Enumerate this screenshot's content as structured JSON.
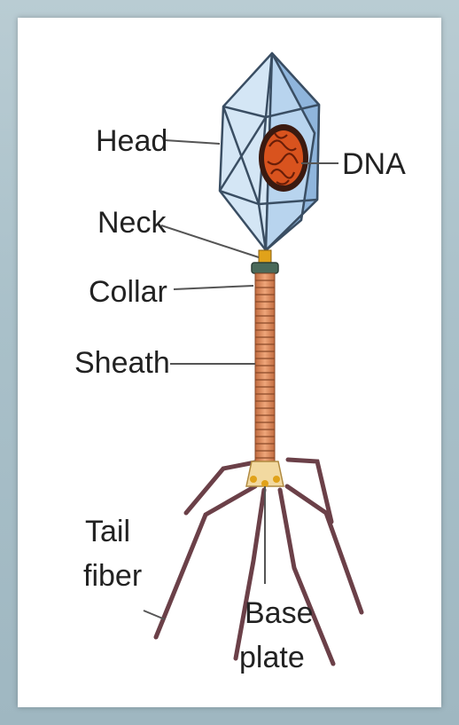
{
  "diagram": {
    "labels": {
      "head": "Head",
      "dna": "DNA",
      "neck": "Neck",
      "collar": "Collar",
      "sheath": "Sheath",
      "tail_fiber_line1": "Tail",
      "tail_fiber_line2": "fiber",
      "base_plate_line1": "Base",
      "base_plate_line2": "plate"
    },
    "colors": {
      "capsid_light": "#cfe3f4",
      "capsid_mid": "#a9c9e8",
      "capsid_dark": "#7fa8d4",
      "capsid_edge": "#3a4e63",
      "dna_outer": "#3b1a10",
      "dna_inner": "#d9531e",
      "sheath": "#d98a5c",
      "collar": "#4a6a5a",
      "neck": "#e0a21a",
      "fiber": "#6b4048"
    }
  }
}
